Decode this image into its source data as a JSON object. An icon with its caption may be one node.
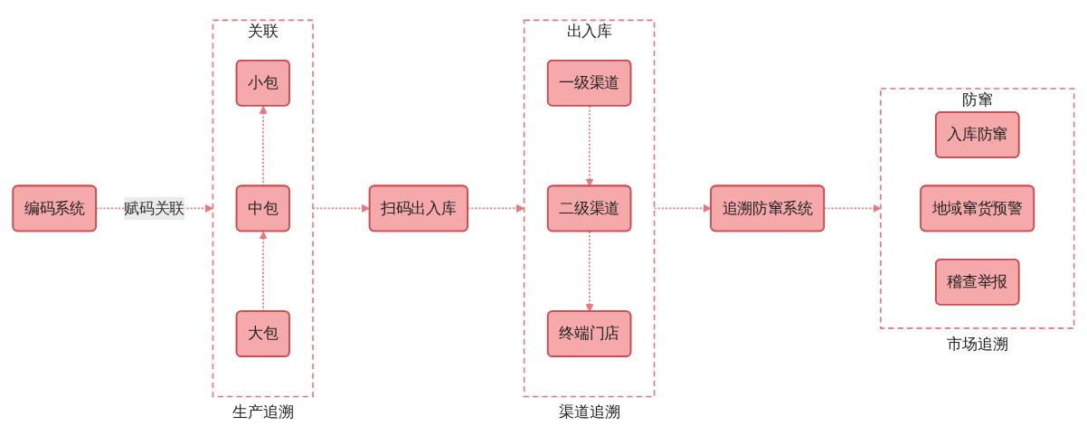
{
  "diagram": {
    "nodes": [
      {
        "text": [
          "编码系统"
        ]
      },
      {
        "text": [
          "关联"
        ],
        "beside": [
          "生产追溯"
        ]
      },
      {
        "text": [
          "小包"
        ],
        "in": 1
      },
      {
        "text": [
          "中包"
        ],
        "in": 1
      },
      {
        "text": [
          "大包"
        ],
        "in": 1
      },
      {
        "text": [
          "扫码出入库"
        ]
      },
      {
        "text": [
          "出入库"
        ],
        "beside": [
          "渠道追溯"
        ]
      },
      {
        "text": [
          "一级渠道"
        ],
        "in": 6
      },
      {
        "text": [
          "二级渠道"
        ],
        "in": 6
      },
      {
        "text": [
          "终端门店"
        ],
        "in": 6
      },
      {
        "text": [
          "追溯防窜系统"
        ]
      },
      {
        "text": [
          "防窜"
        ],
        "beside": [
          "市场追溯"
        ]
      },
      {
        "text": [
          "入库防窜"
        ],
        "in": 11
      },
      {
        "text": [
          "地域窜货预警"
        ],
        "in": 11
      },
      {
        "text": [
          "稽查举报"
        ],
        "in": 11
      }
    ],
    "edges": [
      {
        "from": 0,
        "to": 1,
        "arrow": "to",
        "label": "赋码关联",
        "style": "dashed"
      },
      {
        "from": 4,
        "to": 3,
        "arrow": "to",
        "style": "dashed"
      },
      {
        "from": 3,
        "to": 2,
        "arrow": "to",
        "style": "dashed"
      },
      {
        "from": 1,
        "to": 5,
        "arrow": "to",
        "style": "dashed"
      },
      {
        "from": 5,
        "to": 6,
        "arrow": "to",
        "style": "dashed"
      },
      {
        "from": 7,
        "to": 8,
        "arrow": "to",
        "style": "dashed"
      },
      {
        "from": 8,
        "to": 9,
        "arrow": "to",
        "style": "dashed"
      },
      {
        "from": 6,
        "to": 10,
        "arrow": "to",
        "style": "dashed"
      },
      {
        "from": 10,
        "to": 11,
        "arrow": "to",
        "style": "dashed"
      }
    ]
  }
}
